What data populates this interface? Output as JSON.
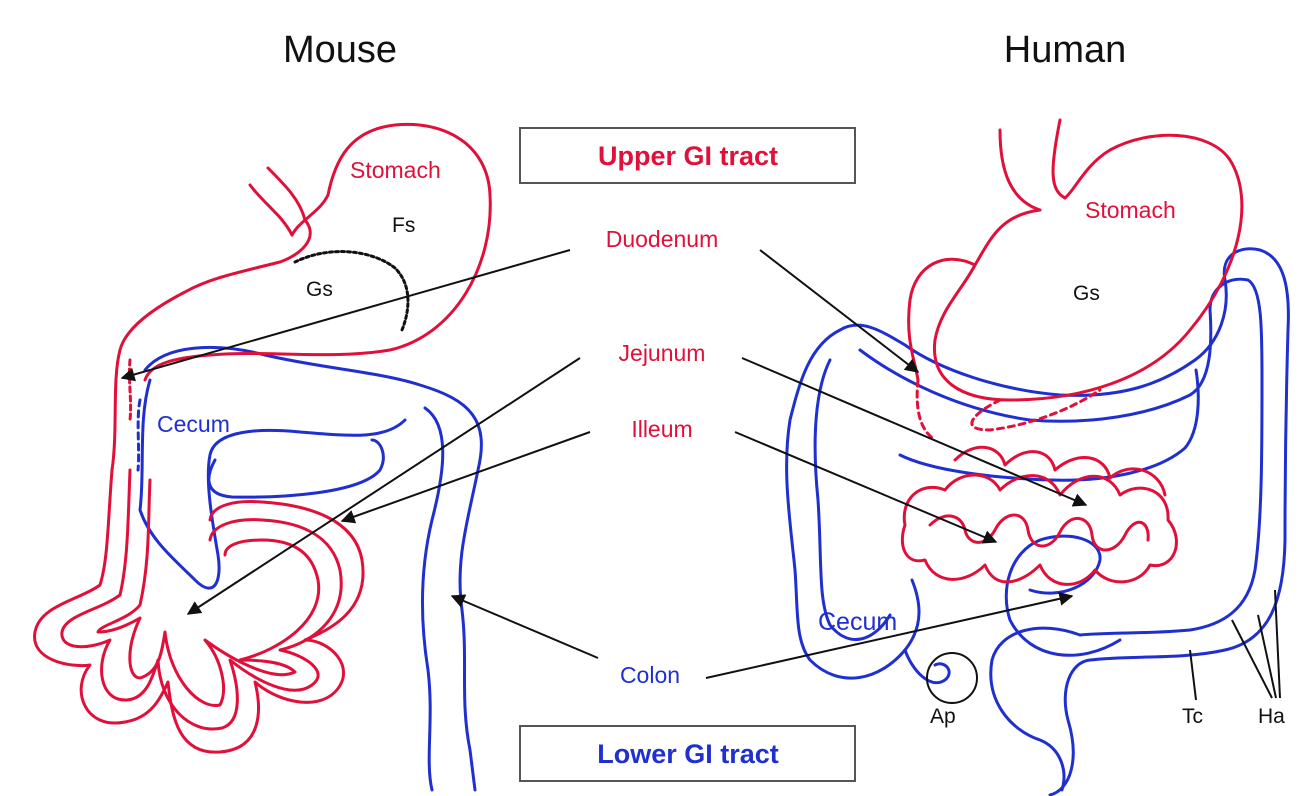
{
  "titles": {
    "left": "Mouse",
    "right": "Human"
  },
  "boxes": {
    "upper": "Upper GI tract",
    "lower": "Lower GI tract"
  },
  "center_labels": {
    "duodenum": "Duodenum",
    "jejunum": "Jejunum",
    "ileum": "Illeum",
    "colon": "Colon"
  },
  "mouse_labels": {
    "stomach": "Stomach",
    "fs": "Fs",
    "gs": "Gs",
    "cecum": "Cecum"
  },
  "human_labels": {
    "stomach": "Stomach",
    "gs": "Gs",
    "cecum": "Cecum",
    "ap": "Ap",
    "tc": "Tc",
    "ha": "Ha"
  },
  "colors": {
    "upper": "#e0103a",
    "lower": "#1f2fd0",
    "text": "#111111"
  }
}
